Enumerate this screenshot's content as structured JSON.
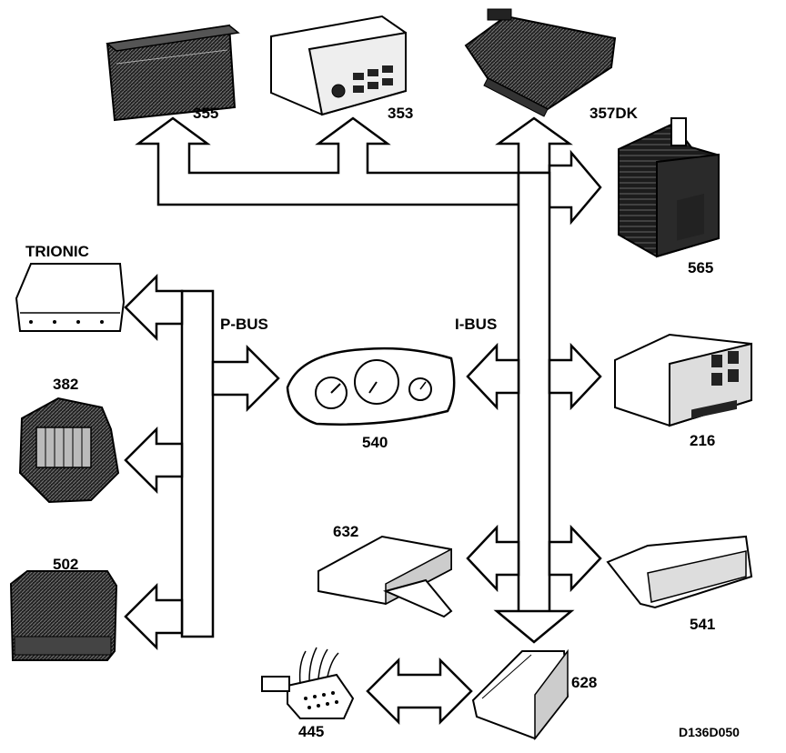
{
  "labels": {
    "m355": "355",
    "m353": "353",
    "m357dk": "357DK",
    "m565": "565",
    "trionic": "TRIONIC",
    "m382": "382",
    "m502": "502",
    "m540": "540",
    "m216": "216",
    "m632": "632",
    "m541": "541",
    "m628": "628",
    "m445": "445",
    "pbus": "P-BUS",
    "ibus": "I-BUS",
    "figure_code": "D136D050"
  },
  "colors": {
    "ink": "#000000",
    "paper": "#ffffff",
    "device_fill": "#1a1a1a"
  },
  "icons": [
    "radio-module-icon",
    "control-module-icon",
    "instrument-cluster-icon",
    "obd-connector-icon"
  ]
}
